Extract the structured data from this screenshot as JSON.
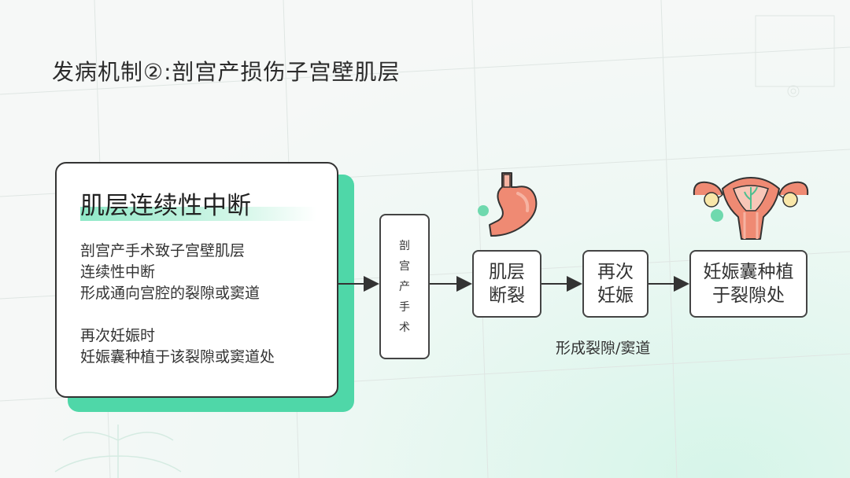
{
  "title": "发病机制②:剖宫产损伤子宫壁肌层",
  "card": {
    "heading": "肌层连续性中断",
    "lines_1": [
      "剖宫产手术致子宫壁肌层",
      "连续性中断",
      "形成通向宫腔的裂隙或窦道"
    ],
    "lines_2": [
      "再次妊娠时",
      "妊娠囊种植于该裂隙或窦道处"
    ]
  },
  "surgery_chars": [
    "剖",
    "宫",
    "产",
    "手",
    "术"
  ],
  "flow": {
    "box1": [
      "肌层",
      "断裂"
    ],
    "box2": [
      "再次",
      "妊娠"
    ],
    "box3": [
      "妊娠囊种植",
      "于裂隙处"
    ],
    "caption": "形成裂隙/窦道"
  },
  "colors": {
    "accent": "#4fd7a8",
    "organ": "#ef8a73"
  },
  "icons": [
    "stomach-icon",
    "uterus-icon"
  ]
}
